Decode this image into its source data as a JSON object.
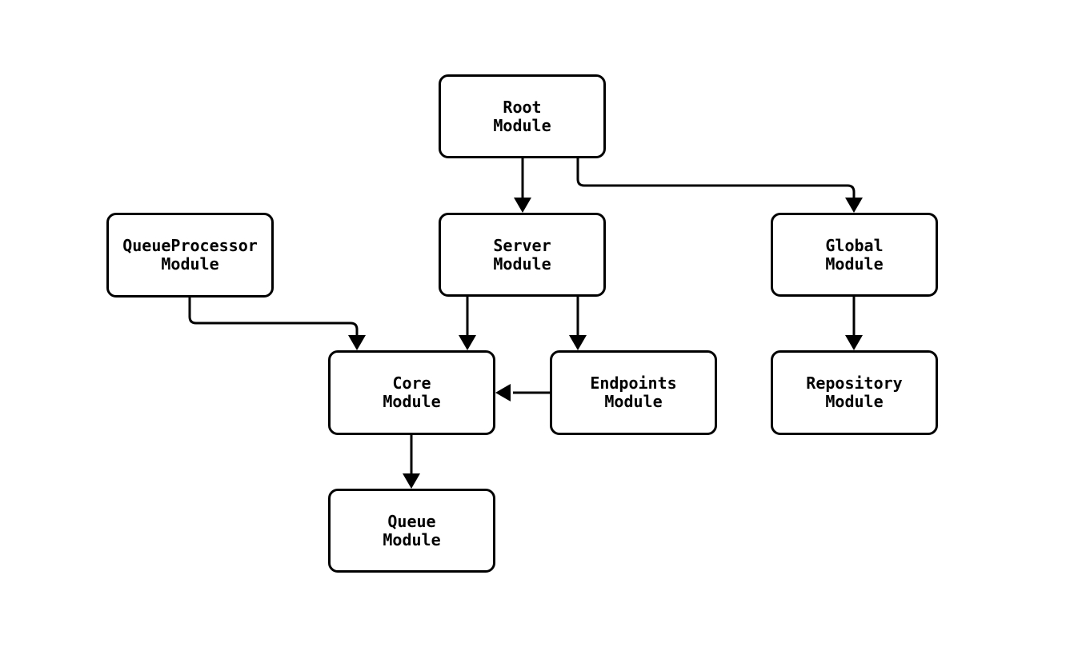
{
  "diagram": {
    "type": "module-dependency-graph",
    "background_color": "#ffffff",
    "node_fill_color": "#ffffff",
    "node_border_color": "#000000",
    "edge_color": "#000000",
    "text_color": "#000000",
    "nodes": [
      {
        "id": "root",
        "label": "Root\nModule"
      },
      {
        "id": "queueprocessor",
        "label": "QueueProcessor\nModule"
      },
      {
        "id": "server",
        "label": "Server\nModule"
      },
      {
        "id": "global",
        "label": "Global\nModule"
      },
      {
        "id": "core",
        "label": "Core\nModule"
      },
      {
        "id": "endpoints",
        "label": "Endpoints\nModule"
      },
      {
        "id": "repository",
        "label": "Repository\nModule"
      },
      {
        "id": "queue",
        "label": "Queue\nModule"
      }
    ],
    "edges": [
      {
        "from": "Root Module",
        "to": "Server Module"
      },
      {
        "from": "Root Module",
        "to": "Global Module"
      },
      {
        "from": "QueueProcessor Module",
        "to": "Core Module"
      },
      {
        "from": "Server Module",
        "to": "Core Module"
      },
      {
        "from": "Server Module",
        "to": "Endpoints Module"
      },
      {
        "from": "Endpoints Module",
        "to": "Core Module"
      },
      {
        "from": "Core Module",
        "to": "Queue Module"
      },
      {
        "from": "Global Module",
        "to": "Repository Module"
      }
    ]
  }
}
